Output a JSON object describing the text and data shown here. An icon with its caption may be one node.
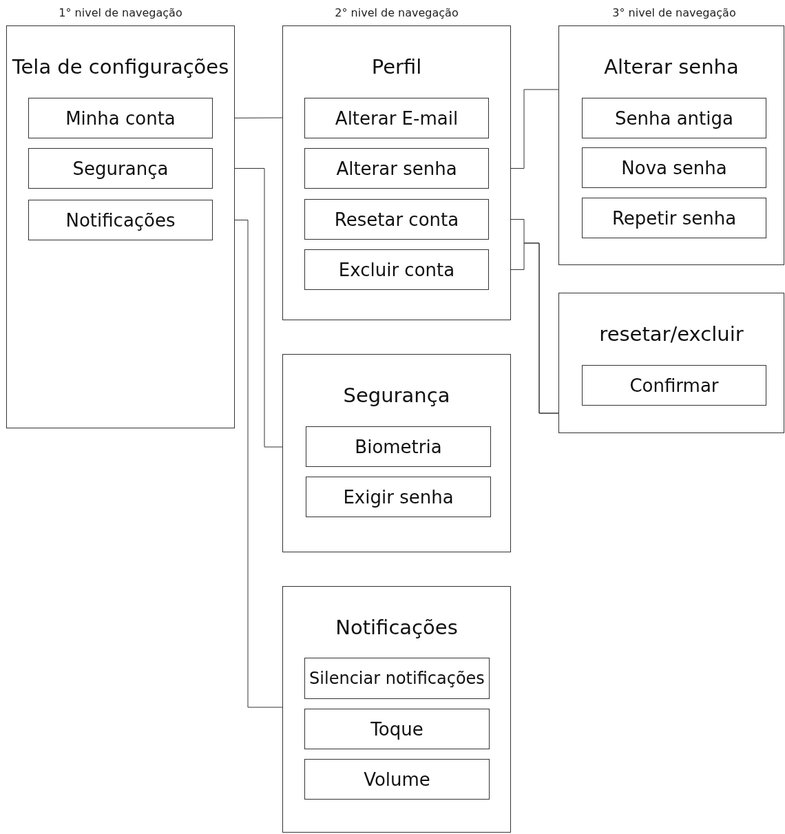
{
  "diagram": {
    "nodes": [
      {
        "text": [
          "Tela de configurações"
        ]
      },
      {
        "text": [
          "Minha conta"
        ],
        "in": 0
      },
      {
        "text": [
          "Segurança"
        ],
        "in": 0
      },
      {
        "text": [
          "Notificações"
        ],
        "in": 0
      },
      {
        "text": [
          "Perfil"
        ]
      },
      {
        "text": [
          "Alterar E-mail"
        ],
        "in": 4
      },
      {
        "text": [
          "Alterar senha"
        ],
        "in": 4
      },
      {
        "text": [
          "Resetar conta"
        ],
        "in": 4
      },
      {
        "text": [
          "Excluir conta"
        ],
        "in": 4
      },
      {
        "text": [
          "Segurança"
        ]
      },
      {
        "text": [
          "Biometria"
        ],
        "in": 9
      },
      {
        "text": [
          "Exigir senha"
        ],
        "in": 9
      },
      {
        "text": [
          "Notificações"
        ]
      },
      {
        "text": [
          "Silenciar notificações"
        ],
        "in": 12
      },
      {
        "text": [
          "Toque"
        ],
        "in": 12
      },
      {
        "text": [
          "Volume"
        ],
        "in": 12
      },
      {
        "text": [
          "Alterar senha"
        ]
      },
      {
        "text": [
          "Senha antiga"
        ],
        "in": 16
      },
      {
        "text": [
          "Nova senha"
        ],
        "in": 16
      },
      {
        "text": [
          "Repetir senha"
        ],
        "in": 16
      },
      {
        "text": [
          "resetar/excluir"
        ]
      },
      {
        "text": [
          "Confirmar"
        ],
        "in": 20
      }
    ],
    "edges": [
      {
        "from": 1,
        "to": 4,
        "arrow": "none"
      },
      {
        "from": 2,
        "to": 9,
        "arrow": "none"
      },
      {
        "from": 3,
        "to": 12,
        "arrow": "none"
      },
      {
        "from": 6,
        "to": 16,
        "arrow": "none"
      },
      {
        "from": 7,
        "to": 20,
        "arrow": "none"
      },
      {
        "from": 8,
        "to": 20,
        "arrow": "none"
      }
    ],
    "labels": [
      "1° nivel de navegação",
      "2° nivel de navegação",
      "3° nivel de navegação"
    ]
  }
}
